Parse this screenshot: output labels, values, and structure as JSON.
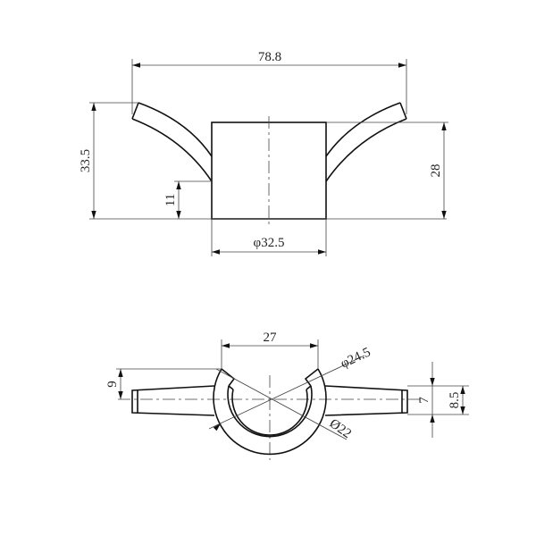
{
  "drawing": {
    "type": "technical-drawing",
    "stroke_color": "#111111",
    "background": "#ffffff",
    "top_view": {
      "overall_width": "78.8",
      "overall_height": "33.5",
      "body_height": "28",
      "arm_base_height": "11",
      "body_diameter": "φ32.5"
    },
    "bottom_view": {
      "opening_width": "27",
      "outer_diameter": "φ24.5",
      "inner_diameter": "Ø22",
      "arm_root_height": "9",
      "arm_tip_height": "7",
      "arm_overall_height": "8.5"
    }
  }
}
